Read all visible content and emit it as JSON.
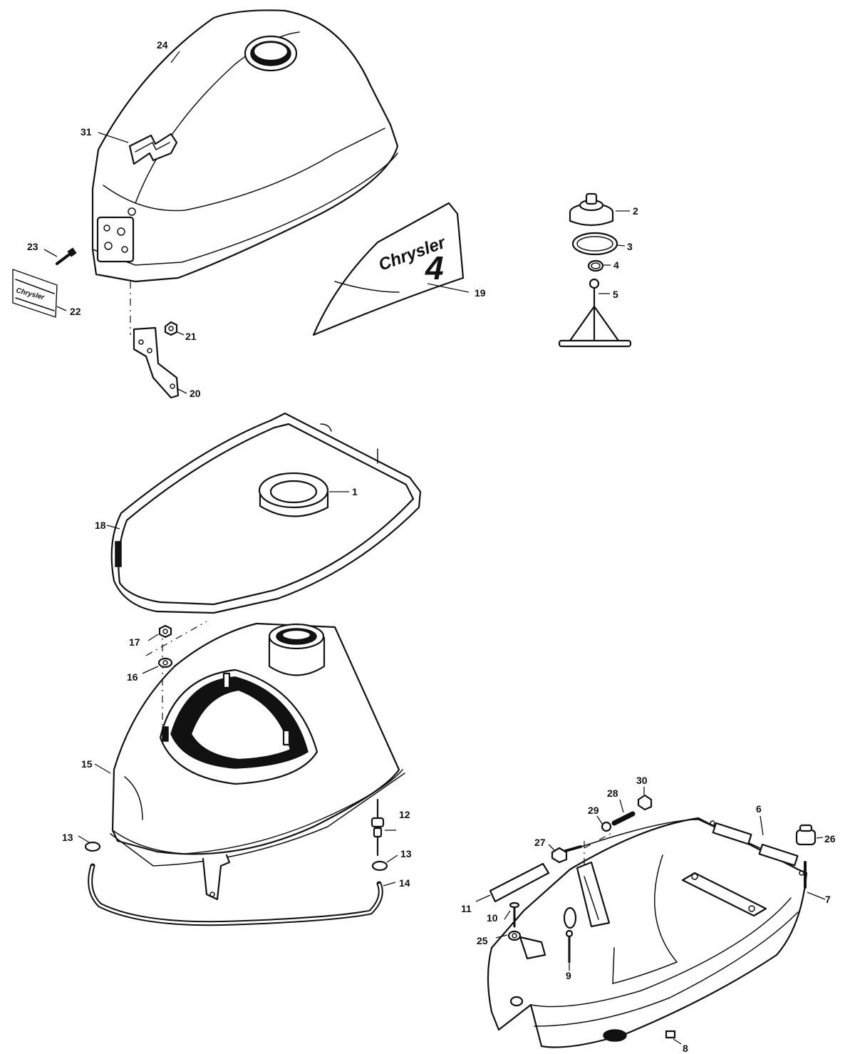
{
  "diagram": {
    "brand_text": "Chrysler",
    "decal_model": "4",
    "label_plate_text": "Chrysler",
    "callouts": {
      "c1": "1",
      "c2": "2",
      "c3": "3",
      "c4": "4",
      "c5": "5",
      "c6": "6",
      "c7": "7",
      "c8": "8",
      "c9": "9",
      "c10": "10",
      "c11": "11",
      "c12": "12",
      "c13a": "13",
      "c13b": "13",
      "c14": "14",
      "c15": "15",
      "c16": "16",
      "c17": "17",
      "c18": "18",
      "c19": "19",
      "c20": "20",
      "c21": "21",
      "c22": "22",
      "c23": "23",
      "c24": "24",
      "c25": "25",
      "c26": "26",
      "c27": "27",
      "c28": "28",
      "c29": "29",
      "c30": "30",
      "c31": "31"
    }
  }
}
